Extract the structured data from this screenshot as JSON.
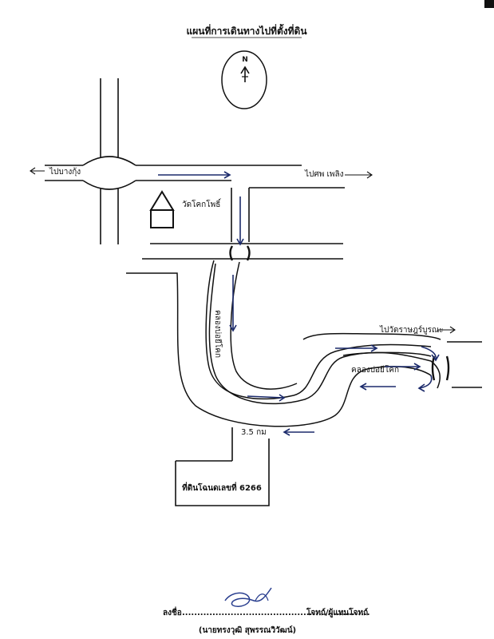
{
  "title": "แผนที่การเดินทางไปที่ตั้งที่ดิน",
  "compass": {
    "label": "N",
    "icon": "north-arrow-icon"
  },
  "roads": {
    "to_west": "ไปบางกุ้ง",
    "to_east": "ไปศพ เพลิง",
    "to_wat": "ไปวัดราษฎร์บูรณะ"
  },
  "places": {
    "temple": "วัดโคกโพธิ์",
    "canal_vertical": "คลองบ่อยีโคก",
    "canal_horizontal": "คลองบ่อยีโคก",
    "distance": "3.5 กม",
    "land_plot": "ที่ดินโฉนดเลขที่ 6266"
  },
  "footer": {
    "sign_prefix": "ลงชื่อ",
    "dots": "..............................................................",
    "sign_suffix": "โจทก์/ผู้แทนโจทก์",
    "name": "(นายทรงวุฒิ สุพรรณวิวัฒน์)"
  },
  "colors": {
    "ink": "#111111",
    "arrow_blue": "#1b2a6b",
    "signature": "#2a3f8f"
  }
}
